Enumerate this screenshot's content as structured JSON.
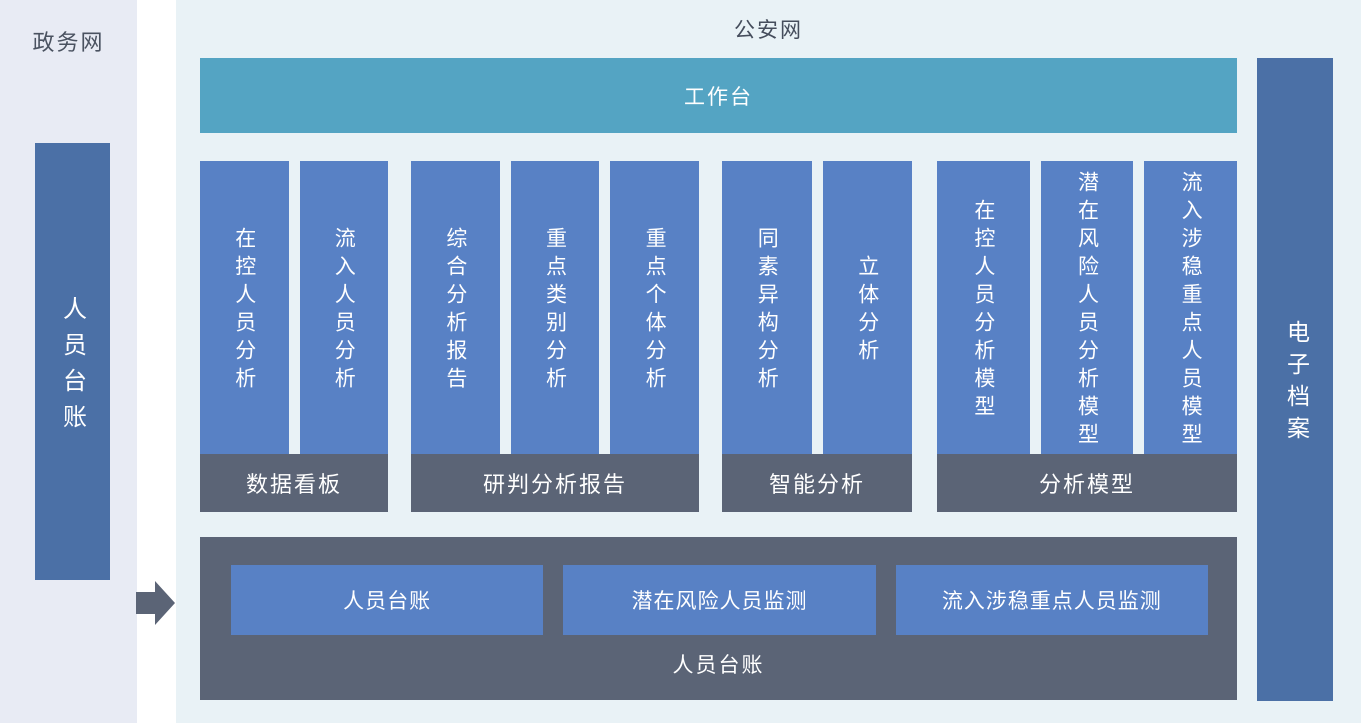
{
  "colors": {
    "left_panel_bg": "#e8ebf4",
    "main_panel_bg": "#e9f2f6",
    "workbench_teal": "#54a4c3",
    "column_blue": "#5881c5",
    "side_bar_blue": "#4b70a6",
    "slate_grey": "#5b6476",
    "title_text": "#454d5c"
  },
  "left_panel": {
    "title": "政务网",
    "bar_label": "人员台账"
  },
  "main_panel": {
    "title": "公安网",
    "workbench_label": "工作台",
    "groups": [
      {
        "label": "数据看板",
        "columns": [
          "在控人员分析",
          "流入人员分析"
        ]
      },
      {
        "label": "研判分析报告",
        "columns": [
          "综合分析报告",
          "重点类别分析",
          "重点个体分析"
        ]
      },
      {
        "label": "智能分析",
        "columns": [
          "同素异构分析",
          "立体分析"
        ]
      },
      {
        "label": "分析模型",
        "columns": [
          "在控人员分析模型",
          "潜在风险人员分析模型",
          "流入涉稳重点人员模型"
        ]
      }
    ],
    "bottom_panel": {
      "buttons": [
        "人员台账",
        "潜在风险人员监测",
        "流入涉稳重点人员监测"
      ],
      "label": "人员台账"
    }
  },
  "right_bar": {
    "label": "电子档案"
  }
}
